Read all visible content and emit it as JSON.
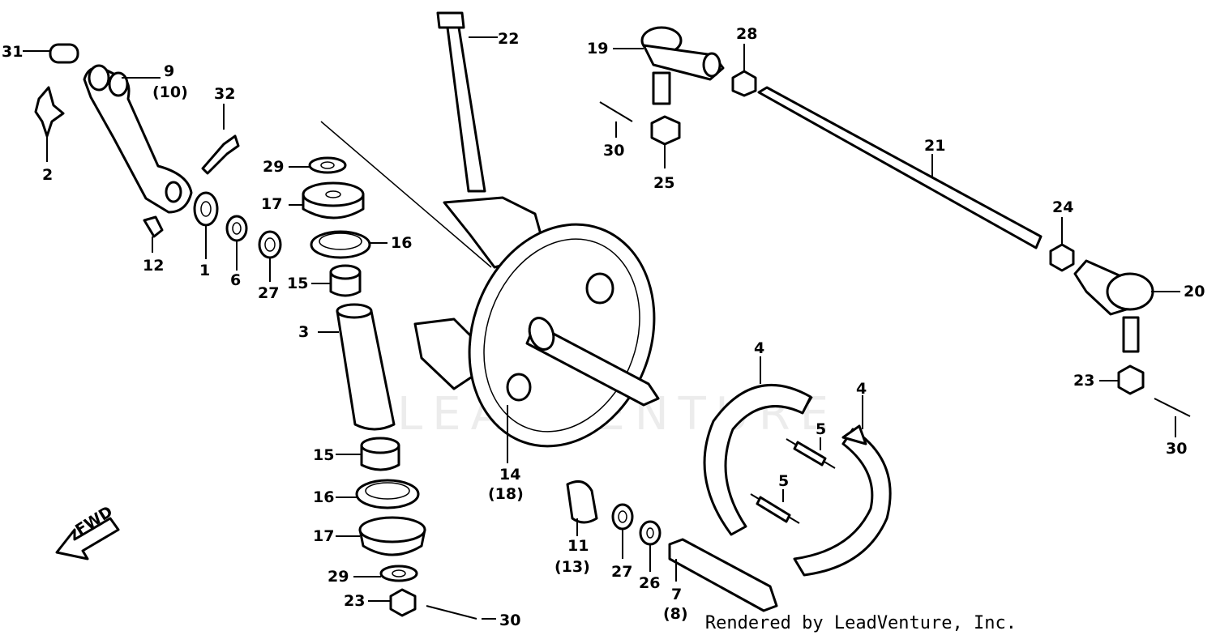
{
  "watermark": "LEADVENTURE",
  "credit": "Rendered by LeadVenture, Inc.",
  "fwd": "FWD",
  "callouts": {
    "c31": "31",
    "c9": "9",
    "c10": "(10)",
    "c2": "2",
    "c32": "32",
    "c12": "12",
    "c1": "1",
    "c6": "6",
    "c27a": "27",
    "c29a": "29",
    "c17a": "17",
    "c16a": "16",
    "c15a": "15",
    "c3": "3",
    "c15b": "15",
    "c16b": "16",
    "c17b": "17",
    "c29b": "29",
    "c23a": "23",
    "c30a": "30",
    "c22": "22",
    "c14": "14",
    "c18": "(18)",
    "c11": "11",
    "c13": "(13)",
    "c27b": "27",
    "c26": "26",
    "c7": "7",
    "c8": "(8)",
    "c19": "19",
    "c30b": "30",
    "c25": "25",
    "c28": "28",
    "c21": "21",
    "c24": "24",
    "c20": "20",
    "c23b": "23",
    "c30c": "30",
    "c4a": "4",
    "c4b": "4",
    "c5a": "5",
    "c5b": "5"
  }
}
